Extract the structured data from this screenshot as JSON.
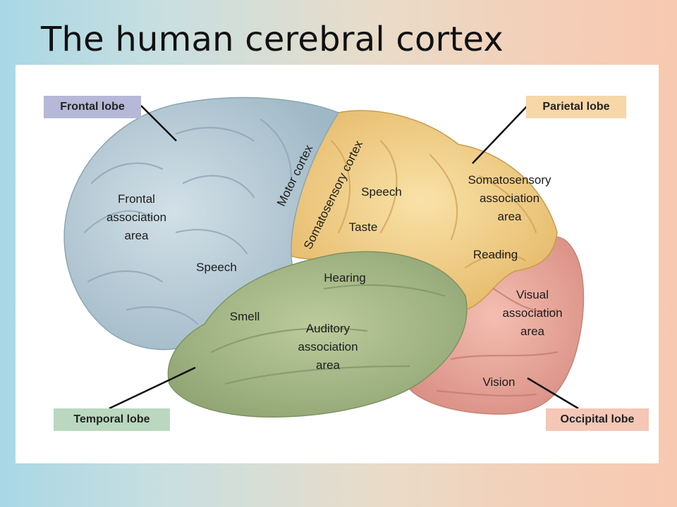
{
  "title": "The human cerebral cortex",
  "lobes": {
    "frontal": "Frontal lobe",
    "parietal": "Parietal lobe",
    "temporal": "Temporal lobe",
    "occipital": "Occipital lobe"
  },
  "areas": {
    "frontal_association": "Frontal\nassociation\narea",
    "speech_frontal": "Speech",
    "smell": "Smell",
    "motor_cortex": "Motor cortex",
    "somatosensory_cortex": "Somatosensory cortex",
    "speech_parietal": "Speech",
    "taste": "Taste",
    "hearing": "Hearing",
    "auditory_association": "Auditory\nassociation\narea",
    "somatosensory_association": "Somatosensory\nassociation\narea",
    "reading": "Reading",
    "visual_association": "Visual\nassociation\narea",
    "vision": "Vision"
  },
  "colors": {
    "frontal": "#b8ccd6",
    "parietal": "#f2cf86",
    "temporal": "#a9bb8a",
    "occipital": "#eba69a",
    "cerebellum": "#e4a7a2"
  }
}
